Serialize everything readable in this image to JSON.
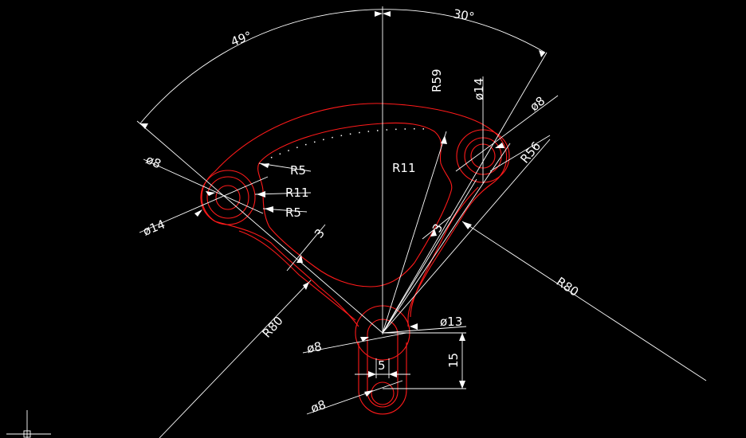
{
  "drawing": {
    "colors": {
      "background": "#000000",
      "geometry": "#ff1a1a",
      "dimensions": "#ffffff"
    },
    "labels": {
      "angle_49": "49°",
      "angle_30": "30°",
      "r59": "R59",
      "d14_top": "ø14",
      "d8_top": "ø8",
      "r56": "R56",
      "d8_left": "ø8",
      "r5_a": "R5",
      "r11_center": "R11",
      "r11_left": "R11",
      "r5_b": "R5",
      "d14_left": "ø14",
      "three_left": "3",
      "three_right": "3",
      "r80_right": "R80",
      "r80_left": "R80",
      "d13": "ø13",
      "d8_bottom_a": "ø8",
      "five": "5",
      "fifteen": "15",
      "d8_bottom_b": "ø8"
    }
  }
}
